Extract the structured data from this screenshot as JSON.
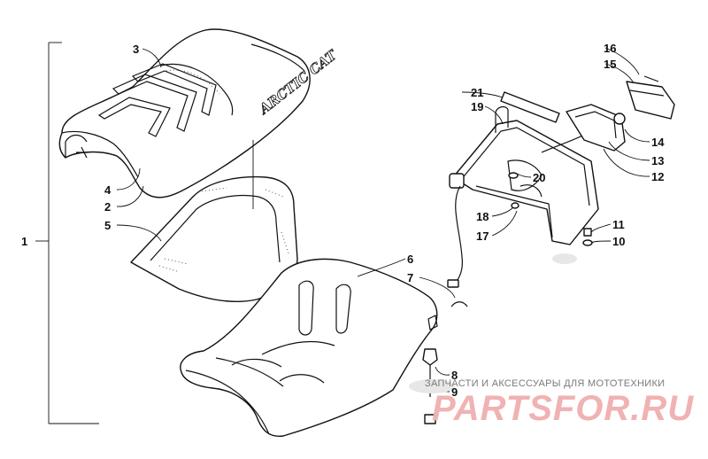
{
  "callouts": [
    {
      "id": "1",
      "label": "1"
    },
    {
      "id": "2",
      "label": "2"
    },
    {
      "id": "3",
      "label": "3"
    },
    {
      "id": "4",
      "label": "4"
    },
    {
      "id": "5",
      "label": "5"
    },
    {
      "id": "6",
      "label": "6"
    },
    {
      "id": "7",
      "label": "7"
    },
    {
      "id": "8",
      "label": "8"
    },
    {
      "id": "9",
      "label": "9"
    },
    {
      "id": "10",
      "label": "10"
    },
    {
      "id": "11",
      "label": "11"
    },
    {
      "id": "12",
      "label": "12"
    },
    {
      "id": "13",
      "label": "13"
    },
    {
      "id": "14",
      "label": "14"
    },
    {
      "id": "15",
      "label": "15"
    },
    {
      "id": "16",
      "label": "16"
    },
    {
      "id": "17",
      "label": "17"
    },
    {
      "id": "18",
      "label": "18"
    },
    {
      "id": "19",
      "label": "19"
    },
    {
      "id": "20",
      "label": "20"
    },
    {
      "id": "21",
      "label": "21"
    }
  ],
  "seat_brand": "ARCTIC CAT",
  "watermark": {
    "tagline": "ЗАПЧАСТИ И АКСЕССУАРЫ ДЛЯ МОТОТЕХНИКИ",
    "logo": "PARTSFOR.RU"
  },
  "colors": {
    "line": "#111111",
    "watermark_logo": "#f0b2b2",
    "watermark_text": "#7a7a7a"
  }
}
